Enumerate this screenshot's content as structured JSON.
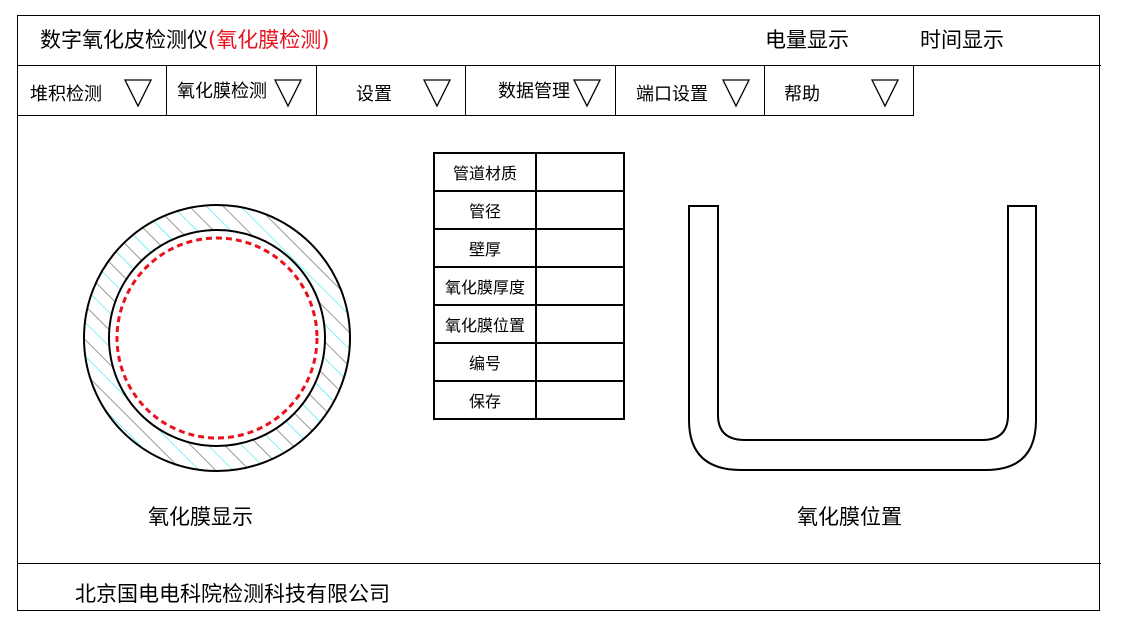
{
  "header": {
    "title": "数字氧化皮检测仪",
    "mode": "(氧化膜检测)",
    "battery": "电量显示",
    "time": "时间显示"
  },
  "menu": [
    {
      "label": "堆积检测"
    },
    {
      "label": "氧化膜检测"
    },
    {
      "label": "设置"
    },
    {
      "label": "数据管理"
    },
    {
      "label": "端口设置"
    },
    {
      "label": "帮助"
    }
  ],
  "table": [
    {
      "label": "管道材质",
      "value": ""
    },
    {
      "label": "管径",
      "value": ""
    },
    {
      "label": "壁厚",
      "value": ""
    },
    {
      "label": "氧化膜厚度",
      "value": ""
    },
    {
      "label": "氧化膜位置",
      "value": ""
    },
    {
      "label": "编号",
      "value": ""
    },
    {
      "label": "保存",
      "value": ""
    }
  ],
  "captions": {
    "left": "氧化膜显示",
    "right": "氧化膜位置"
  },
  "footer": "北京国电电科院检测科技有限公司",
  "colors": {
    "accent": "#e8121e",
    "hatch": "#00e5ee"
  }
}
